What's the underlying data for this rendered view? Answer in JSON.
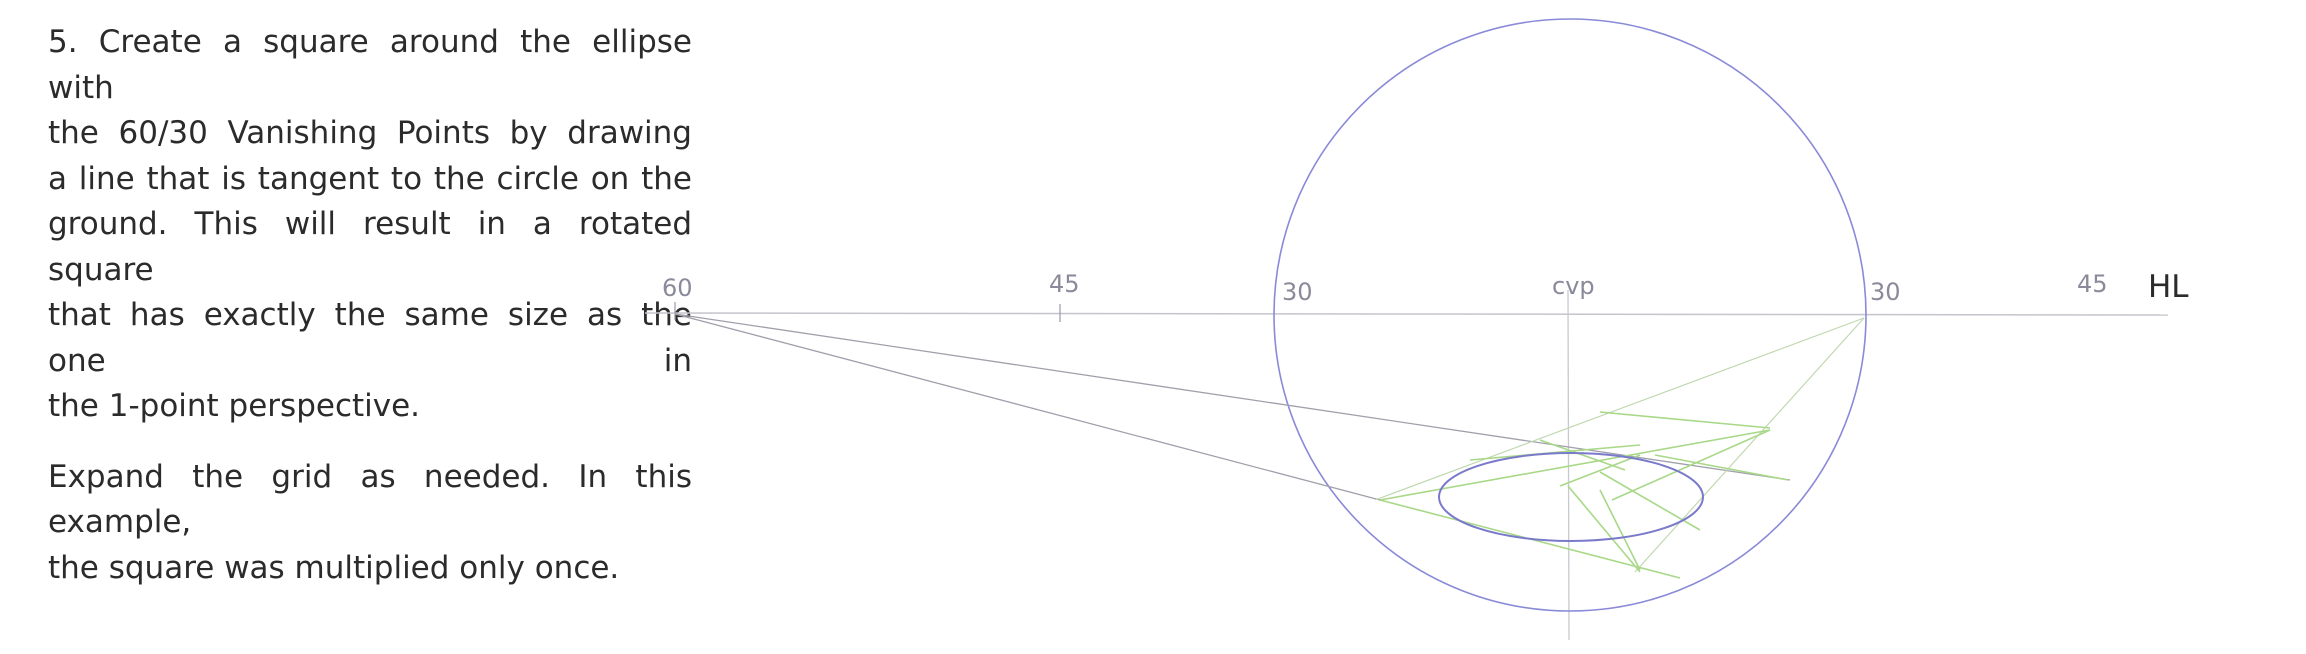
{
  "instructions": {
    "step": {
      "lines": [
        "5. Create a square around the ellipse with",
        "the 60/30 Vanishing Points by drawing",
        "a line that is tangent to the circle on the",
        "ground. This will result in a rotated square",
        "that has exactly the same size as the one in",
        "the 1-point perspective."
      ]
    },
    "note": {
      "lines": [
        "Expand the grid as needed. In this example,",
        "the square was multiplied only once."
      ]
    }
  },
  "diagram": {
    "labels": {
      "vp60_left": "60",
      "vp45_left": "45",
      "vp30_left": "30",
      "cvp": "cvp",
      "vp30_right": "30",
      "vp45_right": "45",
      "horizon": "HL"
    },
    "colors": {
      "circle": "#8a8ad8",
      "ellipse": "#7a7acc",
      "horizon": "#c4c4cc",
      "pencil": "#9a9aa6",
      "grid_green": "#a8d888",
      "text": "#2b2b2b"
    }
  }
}
